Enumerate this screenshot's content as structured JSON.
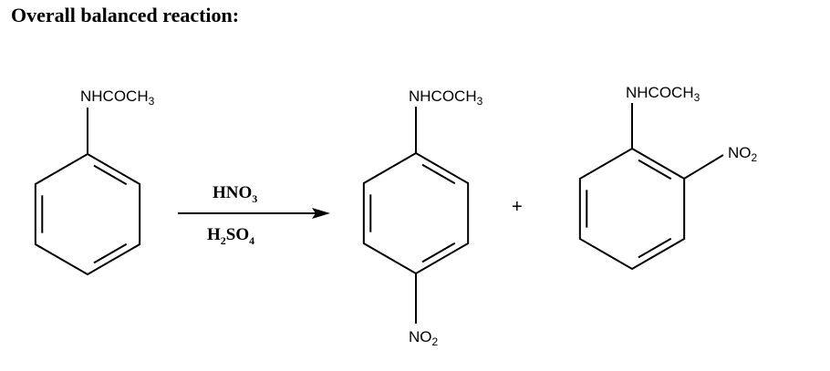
{
  "title": "Overall balanced reaction:",
  "reactant": {
    "substituent": "NHCOCH",
    "substituent_sub": "3"
  },
  "reagents": {
    "top": {
      "main": "HNO",
      "sub": "3"
    },
    "bottom": {
      "a": "H",
      "a_sub": "2",
      "b": "SO",
      "b_sub": "4"
    }
  },
  "product_para": {
    "top": "NHCOCH",
    "top_sub": "3",
    "bottom": "NO",
    "bottom_sub": "2"
  },
  "plus": "+",
  "product_ortho": {
    "top": "NHCOCH",
    "top_sub": "3",
    "side": "NO",
    "side_sub": "2"
  }
}
